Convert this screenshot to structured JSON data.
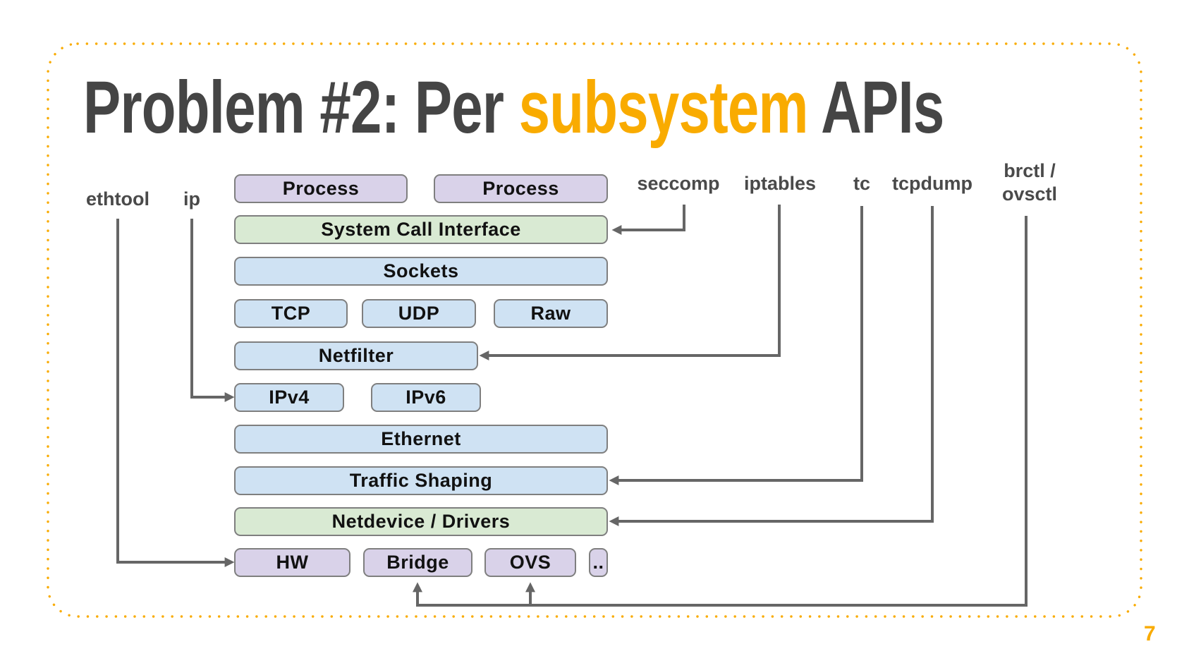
{
  "slide": {
    "title_prefix": "Problem #2: Per ",
    "title_highlight": "subsystem",
    "title_suffix": " APIs",
    "page_number": "7"
  },
  "tools": [
    {
      "label": "ethtool",
      "arrow_target": "HW"
    },
    {
      "label": "ip",
      "arrow_target": "IPv4"
    },
    {
      "label": "seccomp",
      "arrow_target": "System Call Interface"
    },
    {
      "label": "iptables",
      "arrow_target": "Netfilter"
    },
    {
      "label": "tc",
      "arrow_target": "Traffic Shaping"
    },
    {
      "label": "tcpdump",
      "arrow_target": "Netdevice / Drivers"
    },
    {
      "label": "brctl /\novsctl",
      "arrow_target": "Bridge, OVS"
    }
  ],
  "stack": {
    "boxes": [
      {
        "label": "Process",
        "color": "purple"
      },
      {
        "label": "Process",
        "color": "purple"
      },
      {
        "label": "System Call Interface",
        "color": "green"
      },
      {
        "label": "Sockets",
        "color": "blue"
      },
      {
        "label": "TCP",
        "color": "blue"
      },
      {
        "label": "UDP",
        "color": "blue"
      },
      {
        "label": "Raw",
        "color": "blue"
      },
      {
        "label": "Netfilter",
        "color": "blue"
      },
      {
        "label": "IPv4",
        "color": "blue"
      },
      {
        "label": "IPv6",
        "color": "blue"
      },
      {
        "label": "Ethernet",
        "color": "blue"
      },
      {
        "label": "Traffic Shaping",
        "color": "blue"
      },
      {
        "label": "Netdevice / Drivers",
        "color": "green"
      },
      {
        "label": "HW",
        "color": "purple"
      },
      {
        "label": "Bridge",
        "color": "purple"
      },
      {
        "label": "OVS",
        "color": "purple"
      },
      {
        "label": "..",
        "color": "purple"
      }
    ]
  },
  "colors": {
    "accent_orange": "#F9AB00",
    "title_gray": "#454545",
    "tool_label_gray": "#4A4A4A",
    "arrow_gray": "#666666",
    "box_border_gray": "#7F7F7F",
    "box_purple": "#D9D2E9",
    "box_green": "#D9EAD3",
    "box_blue": "#CFE2F3",
    "background": "#FFFFFF"
  }
}
